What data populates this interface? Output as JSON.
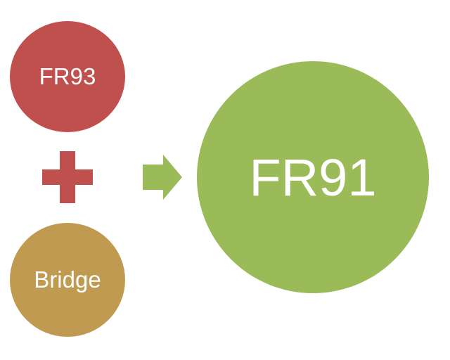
{
  "nodes": {
    "input_one": {
      "label": "FR93",
      "color": "#c0504d"
    },
    "input_two": {
      "label": "Bridge",
      "color": "#c09a50"
    },
    "result": {
      "label": "FR91",
      "color": "#9bbb59"
    }
  },
  "operators": {
    "combine": {
      "icon": "plus-icon",
      "color": "#c0504d"
    },
    "yields": {
      "icon": "arrow-right-icon",
      "color": "#9bbb59"
    }
  }
}
